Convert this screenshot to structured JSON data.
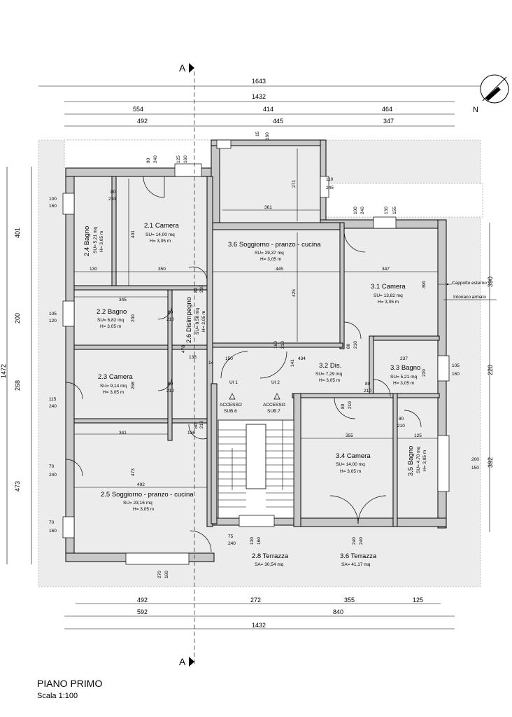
{
  "title": "PIANO PRIMO",
  "scale": "Scala 1:100",
  "section_markers": {
    "top": "A",
    "bottom": "A"
  },
  "north_label": "N",
  "dimensions": {
    "top_total_outer": "1643",
    "top_total": "1432",
    "top_segments": [
      "554",
      "414",
      "464"
    ],
    "top_inner": [
      "492",
      "445",
      "347"
    ],
    "top_small_a": "15",
    "top_small_b": "160",
    "bottom_inner": [
      "492",
      "272",
      "355",
      "125"
    ],
    "bottom_segments": [
      "592",
      "840"
    ],
    "bottom_total": "1432",
    "left_total": "1472",
    "left_segments": [
      "401",
      "200",
      "268",
      "473"
    ],
    "right_segments": [
      "390",
      "220",
      "392"
    ]
  },
  "rooms": [
    {
      "name": "2.1 Camera",
      "su": "SU= 14,00 mq",
      "h": "H= 3,05 m"
    },
    {
      "name": "2.4 Bagno",
      "su": "SU= 5,21 mq",
      "h": "H= 3,05 m"
    },
    {
      "name": "3.6 Soggiorno - pranzo - cucina",
      "su": "SU= 29,37 mq",
      "h": "H= 3,05 m"
    },
    {
      "name": "3.1 Camera",
      "su": "SU= 13,82 mq",
      "h": "H= 3,05 m"
    },
    {
      "name": "2.2 Bagno",
      "su": "SU= 6,82 mq",
      "h": "H= 3,05 m"
    },
    {
      "name": "2.6 Disimpegno",
      "su": "SU= 8,58 mq",
      "h": "H= 3,05 m"
    },
    {
      "name": "2.3 Camera",
      "su": "SU= 9,14 mq",
      "h": "H= 3,05 m"
    },
    {
      "name": "3.2 Dis.",
      "su": "SU= 7,29 mq",
      "h": "H= 3,05 m"
    },
    {
      "name": "3.3 Bagno",
      "su": "SU= 5,21 mq",
      "h": "H= 3,05 m"
    },
    {
      "name": "3.4 Camera",
      "su": "SU= 14,00 mq",
      "h": "H= 3,05 m"
    },
    {
      "name": "3.5 Bagno",
      "su": "SU= 4,70 mq",
      "h": "H= 3,05 m"
    },
    {
      "name": "2.5 Soggiorno - pranzo - cucina",
      "su": "SU= 23,16 mq",
      "h": "H= 3,05 m"
    },
    {
      "name": "2.8 Terrazza",
      "su": "SA= 30,54 mq",
      "h": ""
    },
    {
      "name": "3.6 Terrazza",
      "su": "SA= 41,17 mq",
      "h": ""
    }
  ],
  "inner_dims": [
    "361",
    "271",
    "401",
    "130",
    "350",
    "445",
    "347",
    "390",
    "345",
    "200",
    "425",
    "478",
    "136",
    "150",
    "434",
    "141",
    "237",
    "220",
    "268",
    "341",
    "136",
    "473",
    "492",
    "355",
    "125",
    "14"
  ],
  "openings": {
    "o1": [
      "90",
      "240"
    ],
    "o2": [
      "125",
      "160"
    ],
    "o3": [
      "80",
      "210"
    ],
    "o4": [
      "100",
      "160"
    ],
    "o5": [
      "110",
      "245"
    ],
    "o6": [
      "100",
      "240"
    ],
    "o7": [
      "130",
      "155"
    ],
    "o8": [
      "80",
      "210"
    ],
    "o9": [
      "105",
      "120"
    ],
    "o10": [
      "80",
      "210"
    ],
    "o11": [
      "80",
      "210"
    ],
    "o12": [
      "160",
      "210"
    ],
    "o13": [
      "80",
      "210"
    ],
    "o14": [
      "105",
      "160"
    ],
    "o15": [
      "80",
      "210"
    ],
    "o16": [
      "115",
      "240"
    ],
    "o17": [
      "80",
      "210"
    ],
    "o18": [
      "80",
      "210"
    ],
    "o19": [
      "80",
      "210"
    ],
    "o20": [
      "80",
      "210"
    ],
    "o21": [
      "200",
      "150"
    ],
    "o22": [
      "70",
      "240"
    ],
    "o23": [
      "70",
      "160"
    ],
    "o24": [
      "75",
      "240"
    ],
    "o25": [
      "130",
      "160"
    ],
    "o26": [
      "240",
      "240"
    ],
    "o27": [
      "270",
      "160"
    ],
    "o28": [
      "80",
      "210"
    ]
  },
  "stairs": {
    "ui1": "UI 1",
    "ui2": "UI 2",
    "accesso1": "ACCESSO",
    "sub1": "SUB.6",
    "accesso2": "ACCESSO",
    "sub2": "SUB.7"
  },
  "notes": {
    "capp": "Cappotto esterno",
    "into": "Intonaco armato"
  }
}
